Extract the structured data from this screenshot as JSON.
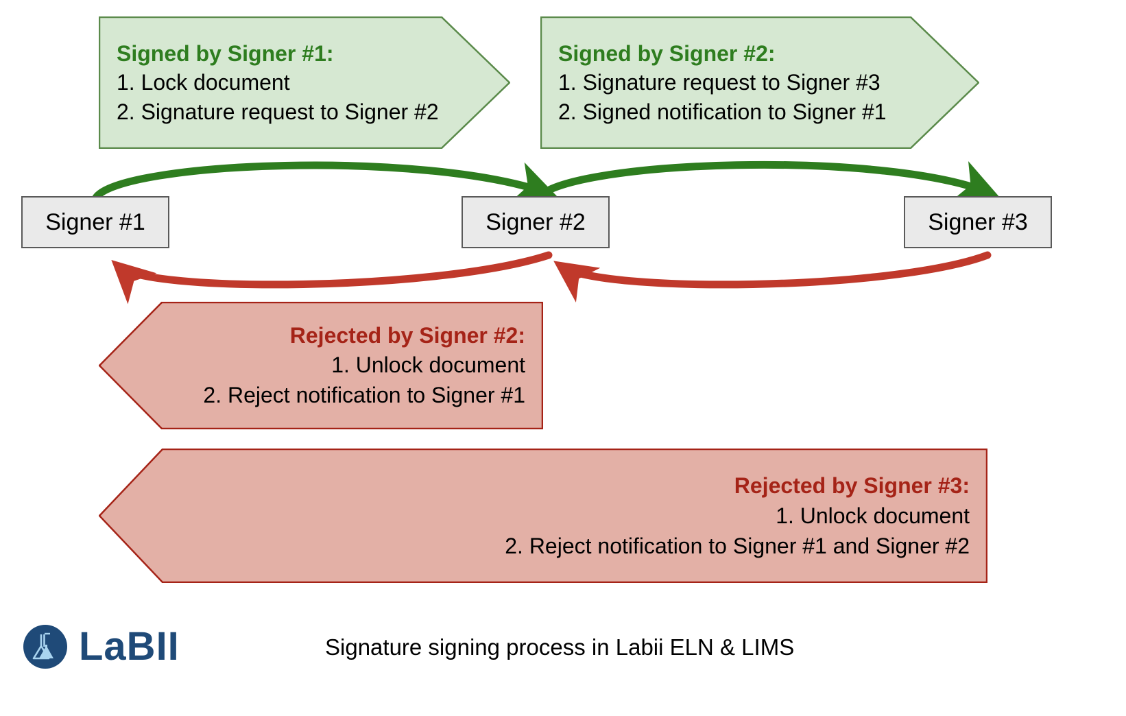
{
  "diagram": {
    "title": "Signature signing process in Labii ELN & LIMS",
    "colors": {
      "green_fill": "#d6e8d2",
      "green_stroke": "#5a8a4a",
      "green_text": "#2e7d1f",
      "green_arrow": "#2e7d1f",
      "red_fill": "#e3b0a6",
      "red_stroke": "#a52317",
      "red_text": "#a52317",
      "red_arrow": "#c0392b",
      "node_fill": "#eaeaea",
      "node_stroke": "#5a5a5a",
      "brand_blue": "#1f4a78",
      "brand_light_blue": "#a9d4f0"
    }
  },
  "nodes": [
    {
      "id": "signer1",
      "label": "Signer #1"
    },
    {
      "id": "signer2",
      "label": "Signer #2"
    },
    {
      "id": "signer3",
      "label": "Signer #3"
    }
  ],
  "signed_callouts": [
    {
      "title": "Signed by Signer #1:",
      "steps": [
        "1. Lock document",
        "2. Signature request to Signer #2"
      ]
    },
    {
      "title": "Signed by Signer #2:",
      "steps": [
        "1. Signature request to Signer #3",
        "2. Signed notification to Signer #1"
      ]
    }
  ],
  "rejected_callouts": [
    {
      "title": "Rejected by Signer #2:",
      "steps": [
        "1. Unlock document",
        "2. Reject notification to Signer #1"
      ]
    },
    {
      "title": "Rejected by Signer #3:",
      "steps": [
        "1. Unlock document",
        "2. Reject notification to Signer #1 and Signer #2"
      ]
    }
  ],
  "flows": [
    {
      "from": "Signer #1",
      "to": "Signer #2",
      "kind": "signed"
    },
    {
      "from": "Signer #2",
      "to": "Signer #3",
      "kind": "signed"
    },
    {
      "from": "Signer #2",
      "to": "Signer #1",
      "kind": "rejected"
    },
    {
      "from": "Signer #3",
      "to": "Signer #2",
      "kind": "rejected"
    }
  ],
  "footer": {
    "brand": "LaBII",
    "caption": "Signature signing process in Labii ELN & LIMS"
  }
}
